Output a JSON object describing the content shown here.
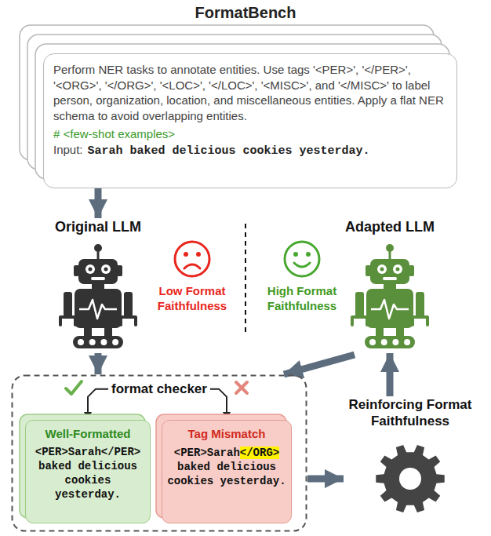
{
  "diagram": {
    "title": "FormatBench",
    "nodes": [
      {
        "text": [
          "Perform NER tasks to annotate entities. Use tags '<PER>', '</PER>', '<ORG>', '</ORG>', '<LOC>', '</LOC>', '<MISC>', and '</MISC>' to label person, organization, location, and miscellaneous entities. Apply a flat NER schema to avoid overlapping entities.",
          "# <few-shot examples>",
          "Input:",
          "Sarah baked delicious cookies yesterday."
        ]
      },
      {
        "text": [
          "Original LLM"
        ]
      },
      {
        "text": [
          "Adapted LLM"
        ]
      },
      {
        "text": []
      },
      {
        "text": [
          "format checker"
        ],
        "in": 3
      },
      {
        "text": [
          "Well-Formatted",
          "<PER>Sarah</PER> baked delicious cookies yesterday."
        ],
        "in": 3
      },
      {
        "text": [
          "Tag Mismatch",
          "<PER>Sarah",
          "</ORG>",
          "baked delicious cookies yesterday."
        ],
        "in": 3
      },
      {
        "text": [
          "Reinforcing Format Faithfulness"
        ]
      }
    ],
    "edges": [
      {
        "from": 0,
        "to": 1,
        "arrow": "to"
      },
      {
        "from": 1,
        "to": 3,
        "arrow": "to"
      },
      {
        "from": 3,
        "to": 7,
        "arrow": "to"
      },
      {
        "from": 7,
        "to": 2,
        "arrow": "to"
      },
      {
        "from": 2,
        "to": 3,
        "arrow": "to"
      },
      {
        "from": 4,
        "to": 5,
        "arrow": "to"
      },
      {
        "from": 4,
        "to": 6,
        "arrow": "to"
      }
    ],
    "labels": [
      "Low Format Faithfulness",
      "High Format Faithfulness"
    ]
  }
}
